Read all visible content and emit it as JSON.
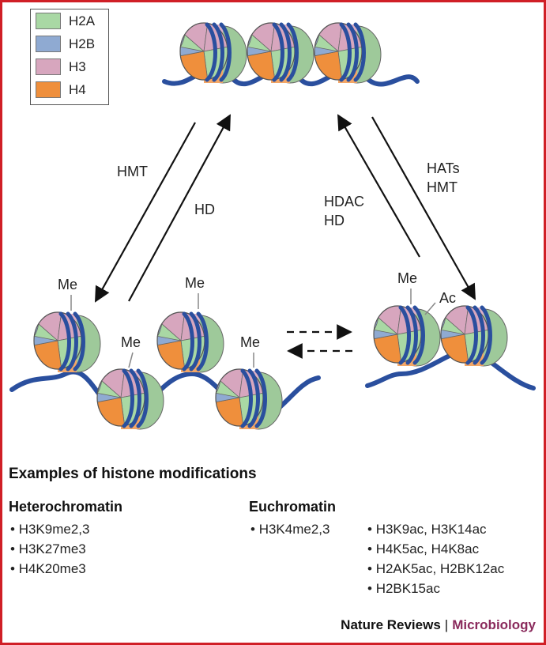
{
  "legend": [
    {
      "label": "H2A",
      "color": "#a9d8a4"
    },
    {
      "label": "H2B",
      "color": "#8faad2"
    },
    {
      "label": "H3",
      "color": "#d7a6be"
    },
    {
      "label": "H4",
      "color": "#ef8f3c"
    }
  ],
  "colors": {
    "dna": "#2a4f9e",
    "frame": "#d01f26",
    "ink": "#111111",
    "brand_accent": "#8a2a5c"
  },
  "arrows": {
    "hmt": "HMT",
    "hd": "HD",
    "hdac_hd": [
      "HDAC",
      "HD"
    ],
    "hats_hmt": [
      "HATs",
      "HMT"
    ]
  },
  "marks": {
    "me": "Me",
    "ac": "Ac"
  },
  "modifications": {
    "title": "Examples of histone modifications",
    "heterochromatin": {
      "heading": "Heterochromatin",
      "items": [
        "H3K9me2,3",
        "H3K27me3",
        "H4K20me3"
      ]
    },
    "euchromatin": {
      "heading": "Euchromatin",
      "items_left": [
        "H3K4me2,3"
      ],
      "items_right": [
        "H3K9ac, H3K14ac",
        "H4K5ac, H4K8ac",
        "H2AK5ac, H2BK12ac",
        "H2BK15ac"
      ]
    }
  },
  "credit": {
    "journal": "Nature Reviews",
    "separator": "|",
    "subject": "Microbiology"
  }
}
